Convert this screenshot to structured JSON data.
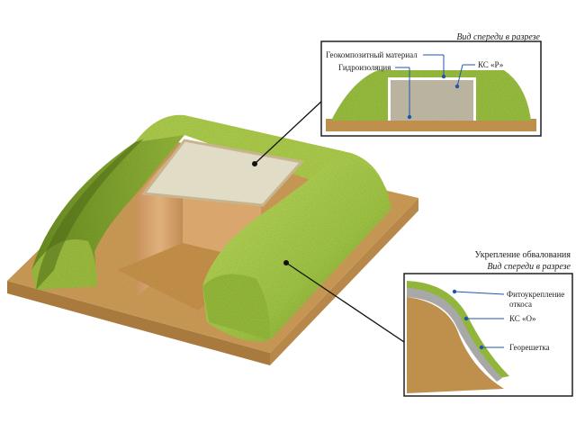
{
  "inset_top": {
    "caption": "Вид спереди в разрезе",
    "labels": {
      "geocomposite": "Геокомпозитный материал",
      "waterproofing": "Гидроизоляция",
      "ks_r": "КС «Р»"
    }
  },
  "inset_bottom": {
    "title": "Укрепление обвалования",
    "caption": "Вид спереди в разрезе",
    "labels": {
      "phyto_line1": "Фитоукрепление",
      "phyto_line2": "откоса",
      "ks_o": "КС «О»",
      "geogrid": "Георешетка"
    }
  },
  "colors": {
    "grass": "#9dbf3c",
    "grass_dark": "#6f8f26",
    "soil": "#c89a55",
    "soil_dark": "#a87a3a",
    "wood": "#d8a872",
    "slab": "#ddd9c4",
    "slab_gray": "#bdb7a4",
    "geogrid_gray": "#a8a8a8",
    "dot_blue": "#1f57a8"
  }
}
